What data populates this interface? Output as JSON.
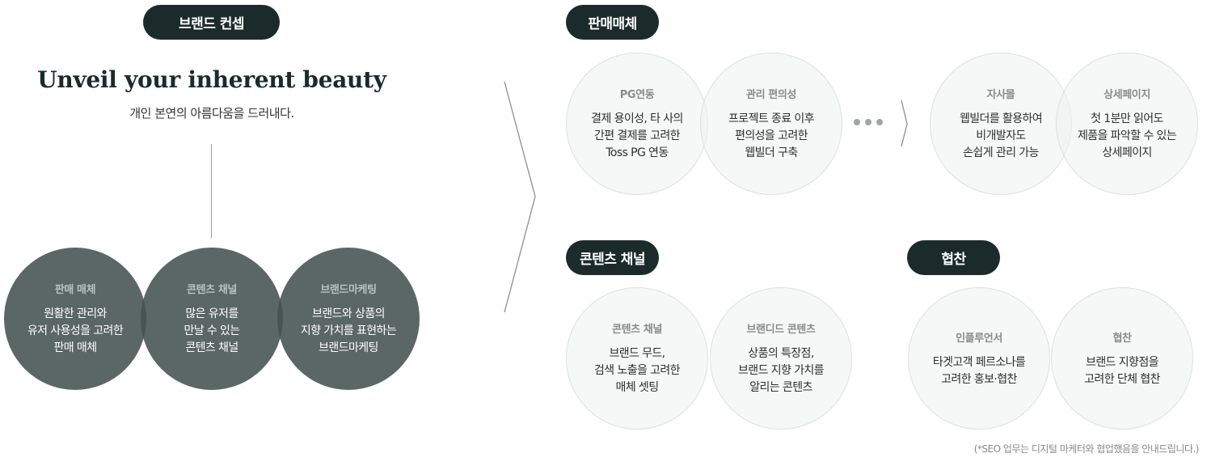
{
  "brand": {
    "pill": "브랜드 컨셉",
    "headline": "Unveil your inherent beauty",
    "subhead": "개인 본연의 아름다움을 드러내다.",
    "circles": [
      {
        "title": "판매 매체",
        "lines": [
          "원활한 관리와",
          "유저 사용성을 고려한",
          "판매 매체"
        ]
      },
      {
        "title": "콘텐츠 채널",
        "lines": [
          "많은 유저를",
          "만날 수 있는",
          "콘텐츠 채널"
        ]
      },
      {
        "title": "브랜드마케팅",
        "lines": [
          "브랜드와 상품의",
          "지향 가치를 표현하는",
          "브랜드마케팅"
        ]
      }
    ]
  },
  "sales": {
    "pill": "판매매체",
    "circles": [
      {
        "title": "PG연동",
        "lines": [
          "결제 용이성, 타 사의",
          "간편 결제를 고려한",
          "Toss PG 연동"
        ]
      },
      {
        "title": "관리 편의성",
        "lines": [
          "프로젝트 종료 이후",
          "편의성을 고려한",
          "웹빌더 구축"
        ]
      },
      {
        "title": "자사몰",
        "lines": [
          "웹빌더를 활용하여",
          "비개발자도",
          "손쉽게 관리 가능"
        ]
      },
      {
        "title": "상세페이지",
        "lines": [
          "첫 1분만 읽어도",
          "제품을 파악할 수 있는",
          "상세페이지"
        ]
      }
    ]
  },
  "content": {
    "pill": "콘텐츠 채널",
    "circles": [
      {
        "title": "콘텐츠 채널",
        "lines": [
          "브랜드 무드,",
          "검색 노출을 고려한",
          "매체 셋팅"
        ]
      },
      {
        "title": "브랜디드 콘텐츠",
        "lines": [
          "상품의 특장점,",
          "브랜드 지향 가치를",
          "알리는 콘텐츠"
        ]
      }
    ]
  },
  "collab": {
    "pill": "협찬",
    "circles": [
      {
        "title": "인플루언서",
        "lines": [
          "타겟고객 페르소나를",
          "고려한 홍보·협찬"
        ]
      },
      {
        "title": "협찬",
        "lines": [
          "브랜드 지향점을",
          "고려한 단체 협찬"
        ]
      }
    ]
  },
  "footnote": "(*SEO 업무는 디지털 마케터와 협업했음을 안내드립니다.)",
  "colors": {
    "pill": "#1b2a2a",
    "dark_circle": "#435250",
    "light_circle": "#eef1f1"
  }
}
